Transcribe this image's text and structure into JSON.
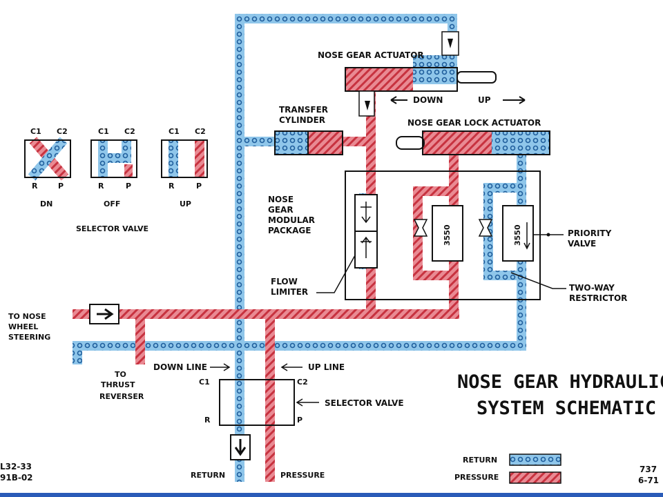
{
  "colors": {
    "return_fill": "#8fc6ea",
    "return_beads": "#1f5e9c",
    "pressure_fill": "#e98a93",
    "pressure_stripe": "#c7323f",
    "frame": "#111111",
    "accent_bar": "#2a5bb8"
  },
  "title": {
    "line1": "NOSE GEAR HYDRAULIC",
    "line2": "SYSTEM SCHEMATIC"
  },
  "labels": {
    "nose_gear_actuator": "NOSE GEAR ACTUATOR",
    "down": "DOWN",
    "up": "UP",
    "transfer_cylinder_1": "TRANSFER",
    "transfer_cylinder_2": "CYLINDER",
    "nose_gear_lock_actuator": "NOSE GEAR LOCK ACTUATOR",
    "modular_package_1": "NOSE",
    "modular_package_2": "GEAR",
    "modular_package_3": "MODULAR",
    "modular_package_4": "PACKAGE",
    "flow_limiter_1": "FLOW",
    "flow_limiter_2": "LIMITER",
    "valve_rating_1": "3550",
    "valve_rating_2": "3550",
    "priority_valve_1": "PRIORITY",
    "priority_valve_2": "VALVE",
    "two_way_restrictor_1": "TWO-WAY",
    "two_way_restrictor_2": "RESTRICTOR",
    "to_nose_wheel_1": "TO NOSE",
    "to_nose_wheel_2": "WHEEL",
    "to_nose_wheel_3": "STEERING",
    "to_thrust_1": "TO",
    "to_thrust_2": "THRUST",
    "to_thrust_3": "REVERSER",
    "down_line": "DOWN LINE",
    "up_line": "UP LINE",
    "c1": "C1",
    "c2": "C2",
    "r": "R",
    "p": "P",
    "selector_valve": "SELECTOR VALVE",
    "return": "RETURN",
    "pressure": "PRESSURE",
    "corner_left_1": "L32-33",
    "corner_left_2": "91B-02",
    "corner_right_1": "737",
    "corner_right_2": "6-71"
  },
  "selector_key": {
    "heading": "SELECTOR VALVE",
    "positions": [
      {
        "name": "DN",
        "c1": "C1",
        "c2": "C2",
        "r": "R",
        "p": "P"
      },
      {
        "name": "OFF",
        "c1": "C1",
        "c2": "C2",
        "r": "R",
        "p": "P"
      },
      {
        "name": "UP",
        "c1": "C1",
        "c2": "C2",
        "r": "R",
        "p": "P"
      }
    ]
  },
  "legend": [
    {
      "label": "RETURN",
      "kind": "return"
    },
    {
      "label": "PRESSURE",
      "kind": "pressure"
    }
  ]
}
